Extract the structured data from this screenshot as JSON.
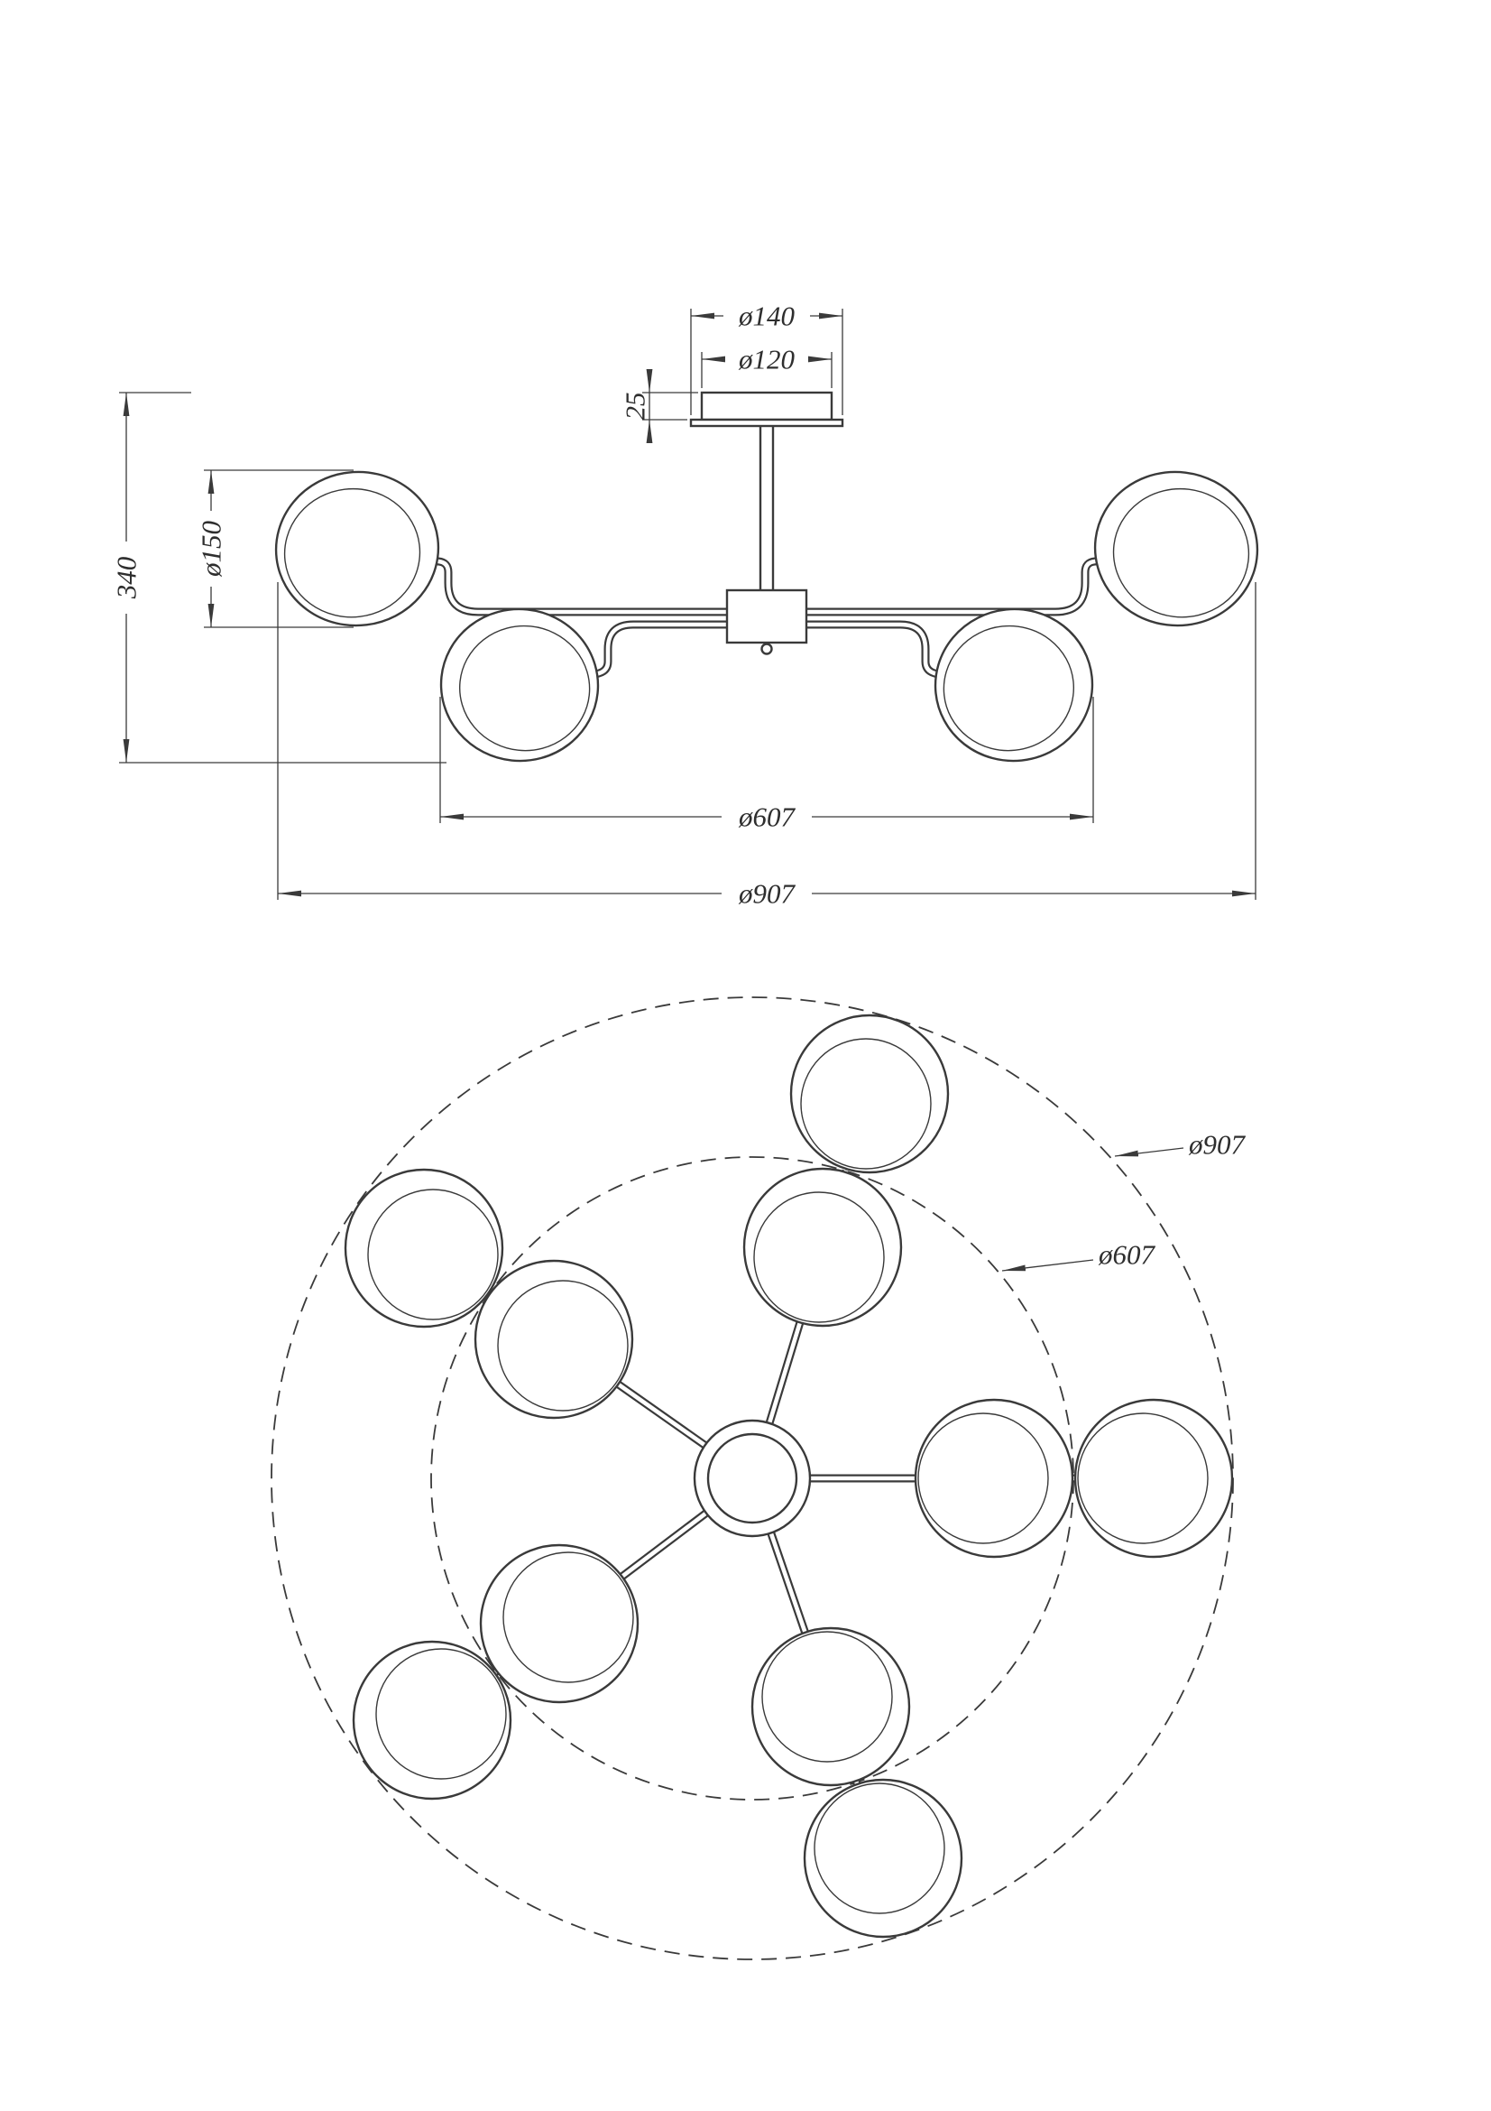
{
  "drawing": {
    "type": "technical-dimension-drawing",
    "subject": "ceiling-chandelier-10-globe-shades",
    "colors": {
      "line": "#3a3a3a",
      "background": "#ffffff"
    },
    "views": {
      "side": {
        "dims": {
          "canopy_outer": "ø140",
          "canopy_body": "ø120",
          "canopy_height": "25",
          "shade_diameter": "ø150",
          "overall_height": "340",
          "inner_span": "ø607",
          "overall_span": "ø907"
        }
      },
      "plan": {
        "dims": {
          "outer_circle": "ø907",
          "inner_circle": "ø607"
        }
      }
    }
  }
}
